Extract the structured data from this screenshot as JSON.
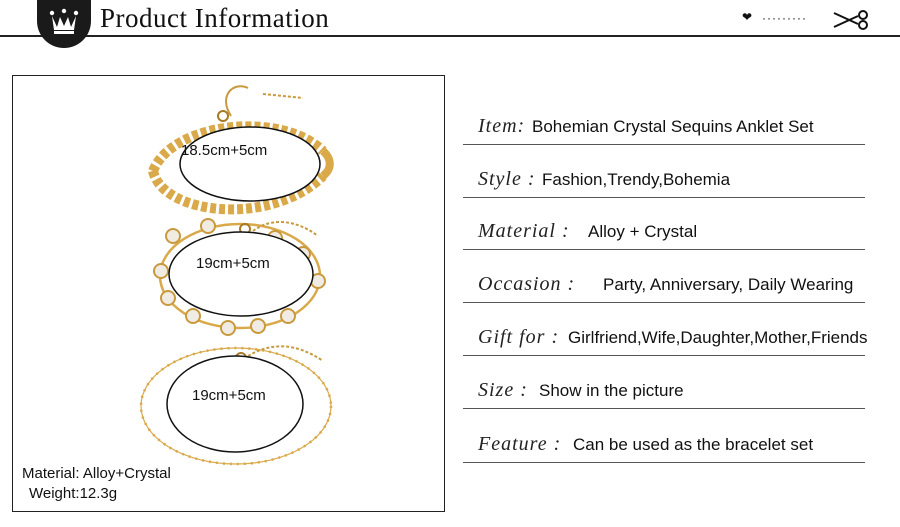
{
  "header": {
    "title": "Product Information",
    "crown_icon": "crown-icon",
    "heart_glyph": "❤",
    "dots": "·········",
    "scissors_icon": "scissors-icon"
  },
  "photo": {
    "sizes": [
      "18.5cm+5cm",
      "19cm+5cm",
      "19cm+5cm"
    ],
    "material_spec": "Material: Alloy+Crystal",
    "weight_spec": "Weight:12.3g"
  },
  "info": [
    {
      "label": "Item:",
      "value": "Bohemian Crystal Sequins Anklet Set"
    },
    {
      "label": "Style :",
      "value": "Fashion,Trendy,Bohemia"
    },
    {
      "label": "Material :",
      "value": "Alloy + Crystal"
    },
    {
      "label": "Occasion :",
      "value": "Party, Anniversary, Daily Wearing"
    },
    {
      "label": "Gift for :",
      "value": "Girlfriend,Wife,Daughter,Mother,Friends"
    },
    {
      "label": "Size :",
      "value": "Show in the picture"
    },
    {
      "label": "Feature :",
      "value": "Can be used as the bracelet set"
    }
  ],
  "colors": {
    "gold": "#d9a94a",
    "gold_dark": "#a87a26",
    "crystal": "#f1ece3",
    "ink": "#111111"
  }
}
